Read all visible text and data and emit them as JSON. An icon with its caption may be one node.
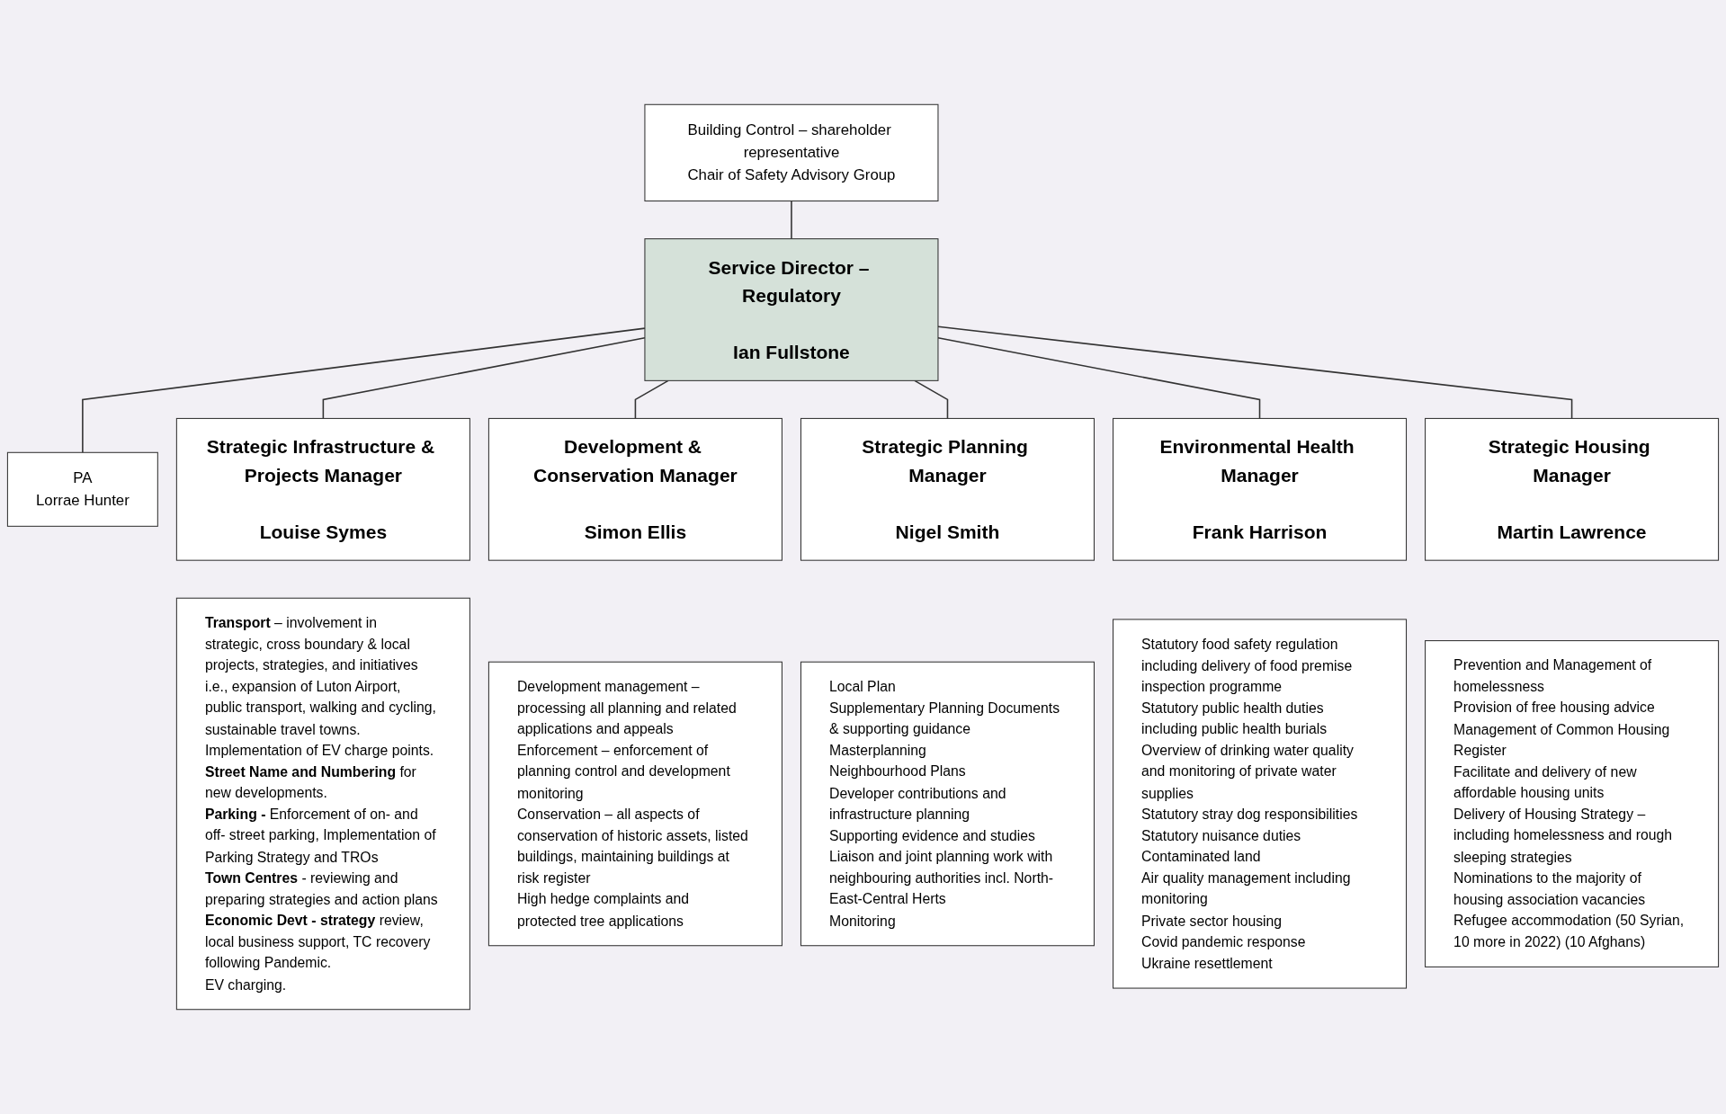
{
  "diagram": {
    "nodes": [
      {
        "text": [
          "Building Control – shareholder representative",
          "Chair of Safety Advisory Group"
        ]
      },
      {
        "text": [
          "Service Director – Regulatory",
          "Ian Fullstone"
        ]
      },
      {
        "text": [
          "PA",
          "Lorrae Hunter"
        ]
      },
      {
        "text": [
          "Strategic Infrastructure & Projects Manager",
          "Louise Symes"
        ]
      },
      {
        "text": [
          "Development & Conservation Manager",
          "Simon Ellis"
        ]
      },
      {
        "text": [
          "Strategic Planning Manager",
          "Nigel Smith"
        ]
      },
      {
        "text": [
          "Environmental Health Manager",
          "Frank Harrison"
        ]
      },
      {
        "text": [
          "Strategic Housing Manager",
          "Martin Lawrence"
        ]
      },
      {
        "text": [
          "**Transport** – involvement in strategic, cross boundary & local projects, strategies, and initiatives i.e., expansion of Luton Airport, public transport, walking and cycling, sustainable travel towns. Implementation of EV charge points.",
          "**Street Name and Numbering** for new developments.",
          "**Parking -** Enforcement of on- and off- street parking, Implementation of Parking Strategy and TROs",
          "**Town Centres** - reviewing and preparing strategies and action plans",
          "**Economic Devt - strategy** review, local business support, TC recovery following Pandemic.",
          "EV charging."
        ]
      },
      {
        "text": [
          "Development management – processing all planning and related applications and appeals",
          "Enforcement – enforcement of planning control and development monitoring",
          "Conservation – all aspects of conservation of historic assets, listed buildings, maintaining buildings at risk register",
          "High hedge complaints and protected tree applications"
        ]
      },
      {
        "text": [
          "Local Plan",
          "Supplementary Planning Documents & supporting guidance",
          "Masterplanning",
          "Neighbourhood Plans",
          "Developer contributions and infrastructure planning",
          "Supporting evidence and studies",
          "Liaison and joint planning work with neighbouring authorities incl. North-East-Central Herts",
          "Monitoring"
        ]
      },
      {
        "text": [
          "Statutory food safety regulation including delivery of food premise inspection programme",
          "Statutory public health duties including public health burials",
          "Overview of drinking water quality and monitoring of private water supplies",
          "Statutory stray dog responsibilities",
          "Statutory nuisance duties",
          "Contaminated land",
          "Air quality management including monitoring",
          "Private sector housing",
          "Covid pandemic response",
          "Ukraine resettlement"
        ]
      },
      {
        "text": [
          "Prevention and Management of homelessness",
          "Provision of free housing advice",
          "Management of Common Housing Register",
          "Facilitate and delivery of new affordable housing units",
          "Delivery of Housing Strategy – including homelessness and rough sleeping strategies",
          "Nominations to the majority of housing association vacancies",
          "Refugee accommodation (50 Syrian, 10 more in 2022) (10 Afghans)"
        ]
      }
    ],
    "edges": [
      {
        "from": 0,
        "to": 1,
        "arrow": "none"
      },
      {
        "from": 1,
        "to": 2,
        "arrow": "none"
      },
      {
        "from": 1,
        "to": 3,
        "arrow": "none"
      },
      {
        "from": 1,
        "to": 4,
        "arrow": "none"
      },
      {
        "from": 1,
        "to": 5,
        "arrow": "none"
      },
      {
        "from": 1,
        "to": 6,
        "arrow": "none"
      },
      {
        "from": 1,
        "to": 7,
        "arrow": "none"
      }
    ]
  }
}
